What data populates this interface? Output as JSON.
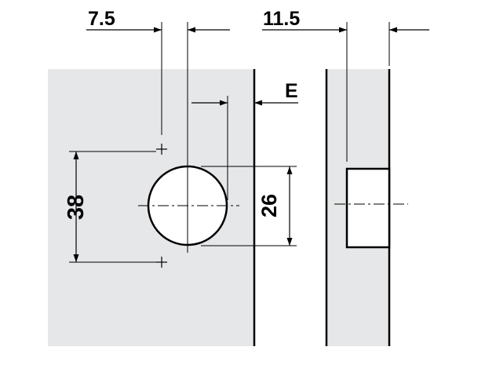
{
  "drawing": {
    "dimensions": {
      "offset_left": "7.5",
      "offset_right": "11.5",
      "edge_label": "E",
      "cup_diameter": "26",
      "hole_spacing": "38"
    },
    "colors": {
      "panel_fill": "#e6e7e9",
      "line": "#000000",
      "background": "#ffffff"
    }
  }
}
